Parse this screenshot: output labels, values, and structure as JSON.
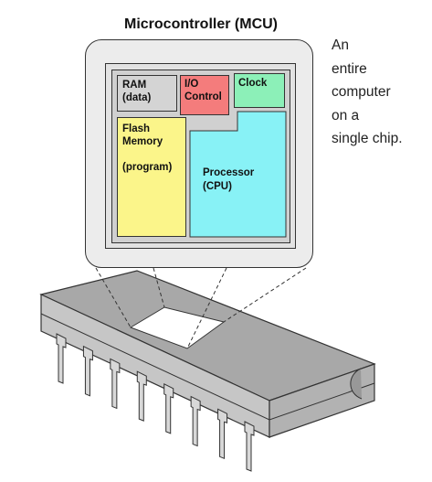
{
  "title": "Microcontroller (MCU)",
  "side_note": [
    "An",
    "entire",
    "computer",
    "on a",
    "single chip."
  ],
  "blocks": {
    "ram": [
      "RAM",
      "(data)"
    ],
    "io": [
      "I/O",
      "Control"
    ],
    "clock": "Clock",
    "flash": [
      "Flash",
      "Memory",
      "(program)"
    ],
    "cpu": [
      "Processor",
      "(CPU)"
    ]
  },
  "colors": {
    "ram": "#d4d4d4",
    "io": "#f47c7c",
    "clock": "#8cf0b8",
    "flash": "#fbf58a",
    "cpu": "#88f2f6",
    "package": "#a8a8a8"
  },
  "package": {
    "pins_per_side": 8
  }
}
